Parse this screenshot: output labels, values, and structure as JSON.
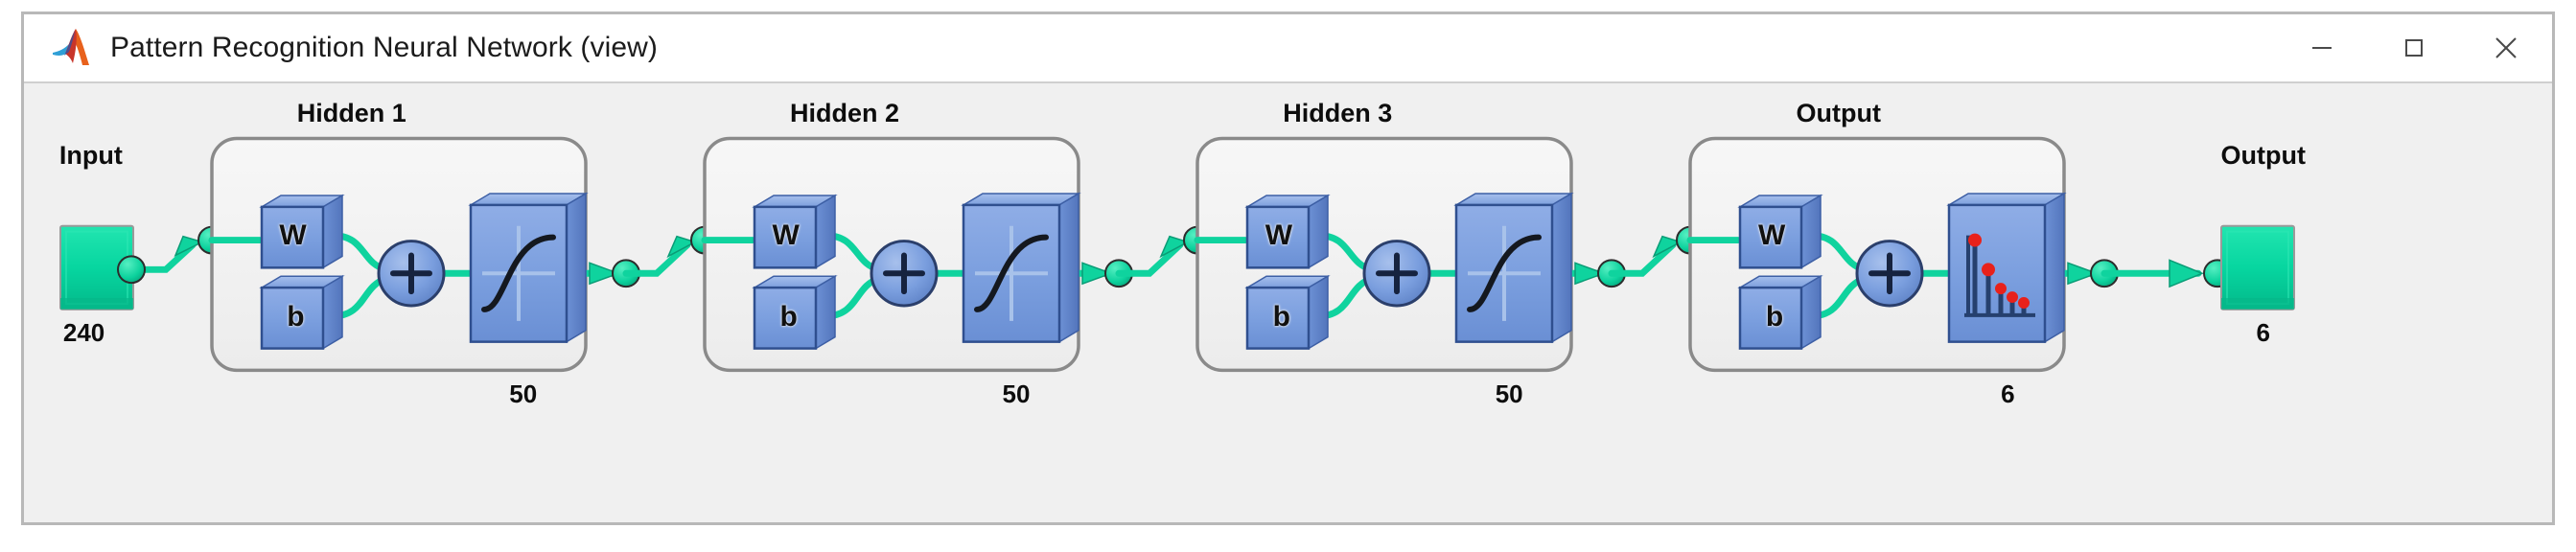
{
  "window": {
    "title": "Pattern Recognition Neural Network (view)",
    "app_icon": "matlab-logo-icon",
    "controls": {
      "minimize": "minimize-icon",
      "maximize": "maximize-icon",
      "close": "close-icon"
    }
  },
  "colors": {
    "connector_green": "#0fd39e",
    "connector_green_dark": "#09a87d",
    "block_blue": "#7a9ede",
    "block_blue_dark": "#5b7fc4",
    "block_blue_edge": "#2f4f8f",
    "io_teal": "#07d6a0",
    "io_teal_dark": "#03a87c",
    "panel_bg": "#f0f0f0",
    "group_border": "#8a8a8a",
    "marker_red": "#e8211b",
    "stem_navy": "#26406e",
    "title_text": "#1b1b1b"
  },
  "diagram": {
    "type": "neural-network-architecture",
    "input": {
      "label": "Input",
      "size": "240"
    },
    "output": {
      "label": "Output",
      "size": "6"
    },
    "layers": [
      {
        "label": "Hidden 1",
        "size": "50",
        "weight_label": "W",
        "bias_label": "b",
        "sum_label": "+",
        "transfer": "tansig-sigmoid-icon"
      },
      {
        "label": "Hidden 2",
        "size": "50",
        "weight_label": "W",
        "bias_label": "b",
        "sum_label": "+",
        "transfer": "tansig-sigmoid-icon"
      },
      {
        "label": "Hidden 3",
        "size": "50",
        "weight_label": "W",
        "bias_label": "b",
        "sum_label": "+",
        "transfer": "tansig-sigmoid-icon"
      },
      {
        "label": "Output",
        "size": "6",
        "weight_label": "W",
        "bias_label": "b",
        "sum_label": "+",
        "transfer": "softmax-stem-icon"
      }
    ]
  }
}
